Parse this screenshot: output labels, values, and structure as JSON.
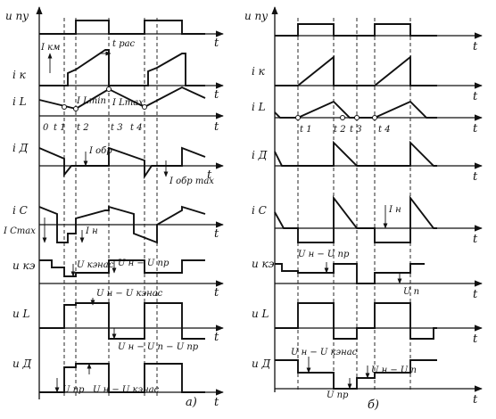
{
  "colors": {
    "ink": "#111111",
    "paper": "#ffffff"
  },
  "panel_a": {
    "caption": "а)",
    "rows": [
      {
        "label": "u пу",
        "axis": "t"
      },
      {
        "label": "i к",
        "axis": "t"
      },
      {
        "label": "i L",
        "axis": "t"
      },
      {
        "label": "i Д",
        "axis": "t"
      },
      {
        "label": "i C",
        "axis": "t"
      },
      {
        "label": "u кэ",
        "axis": "t"
      },
      {
        "label": "u L",
        "axis": "t"
      },
      {
        "label": "u Д",
        "axis": "t"
      }
    ],
    "annotations": {
      "i_km": "I км",
      "t_ras": "t рас",
      "i_lmin": "I Lmin",
      "i_lmax": "I Lmax",
      "origin": "0",
      "t1": "t 1",
      "t2": "t 2",
      "t3": "t 3",
      "t4": "t 4",
      "i_obr": "I обр",
      "i_obr_max": "I обр max",
      "i_cmax": "I Cmax",
      "i_n": "I н",
      "u_kenas": "U кэнас",
      "un_upr": "U н − U пр",
      "un_ukenas": "U н − U кэнас",
      "un_up_upr": "U н − U п − U пр",
      "u_pr": "U пр",
      "un_ukenas_bottom": "U н − U кэнас"
    }
  },
  "panel_b": {
    "caption": "б)",
    "rows": [
      {
        "label": "u пу",
        "axis": "t"
      },
      {
        "label": "i к",
        "axis": "t"
      },
      {
        "label": "i L",
        "axis": "t"
      },
      {
        "label": "i Д",
        "axis": "t"
      },
      {
        "label": "i C",
        "axis": "t"
      },
      {
        "label": "u кэ",
        "axis": "t"
      },
      {
        "label": "u L",
        "axis": "t"
      },
      {
        "label": "u Д",
        "axis": "t"
      }
    ],
    "annotations": {
      "t1": "t 1",
      "t2": "t 2",
      "t3": "t 3",
      "t4": "t 4",
      "i_n": "I н",
      "un_upr": "U н − U пр",
      "u_p": "U п",
      "un_ukenas": "U н − U кэнас",
      "un_up": "U н − U п",
      "u_pr": "U пр"
    }
  }
}
